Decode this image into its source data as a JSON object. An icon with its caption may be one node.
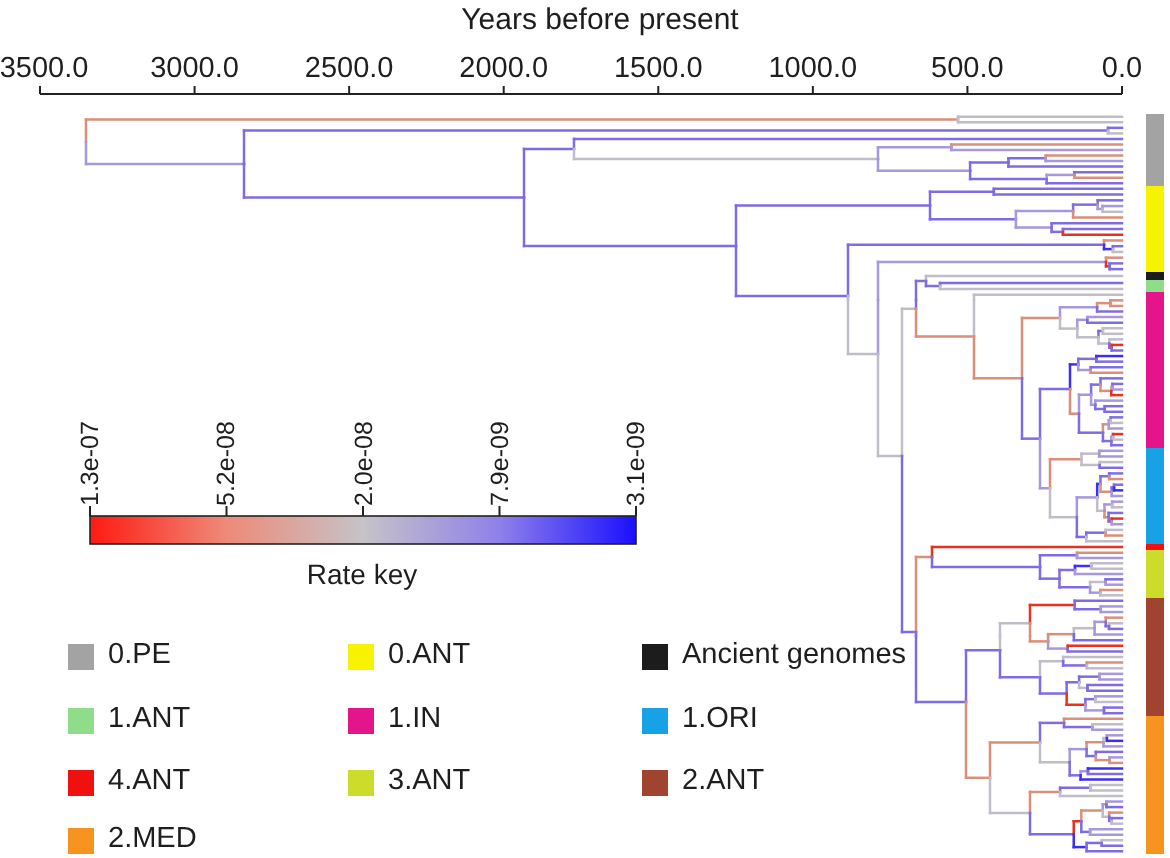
{
  "diagram": {
    "labels": [
      "Years before present",
      "3500.0",
      "3000.0",
      "2500.0",
      "2000.0",
      "1500.0",
      "1000.0",
      "500.0",
      "0.0",
      "1.3e-07",
      "5.2e-08",
      "2.0e-08",
      "7.9e-09",
      "3.1e-09",
      "Rate key"
    ],
    "legend": [
      {
        "text": "0.PE",
        "color": "#a3a3a3"
      },
      {
        "text": "0.ANT",
        "color": "#f7f200"
      },
      {
        "text": "Ancient genomes",
        "color": "#1c1c1c"
      },
      {
        "text": "1.ANT",
        "color": "#8fdc8a"
      },
      {
        "text": "1.IN",
        "color": "#e4148a"
      },
      {
        "text": "1.ORI",
        "color": "#18a2e6"
      },
      {
        "text": "4.ANT",
        "color": "#f01010"
      },
      {
        "text": "3.ANT",
        "color": "#cbdc2a"
      },
      {
        "text": "2.ANT",
        "color": "#a1442f"
      },
      {
        "text": "2.MED",
        "color": "#f7941f"
      }
    ]
  }
}
